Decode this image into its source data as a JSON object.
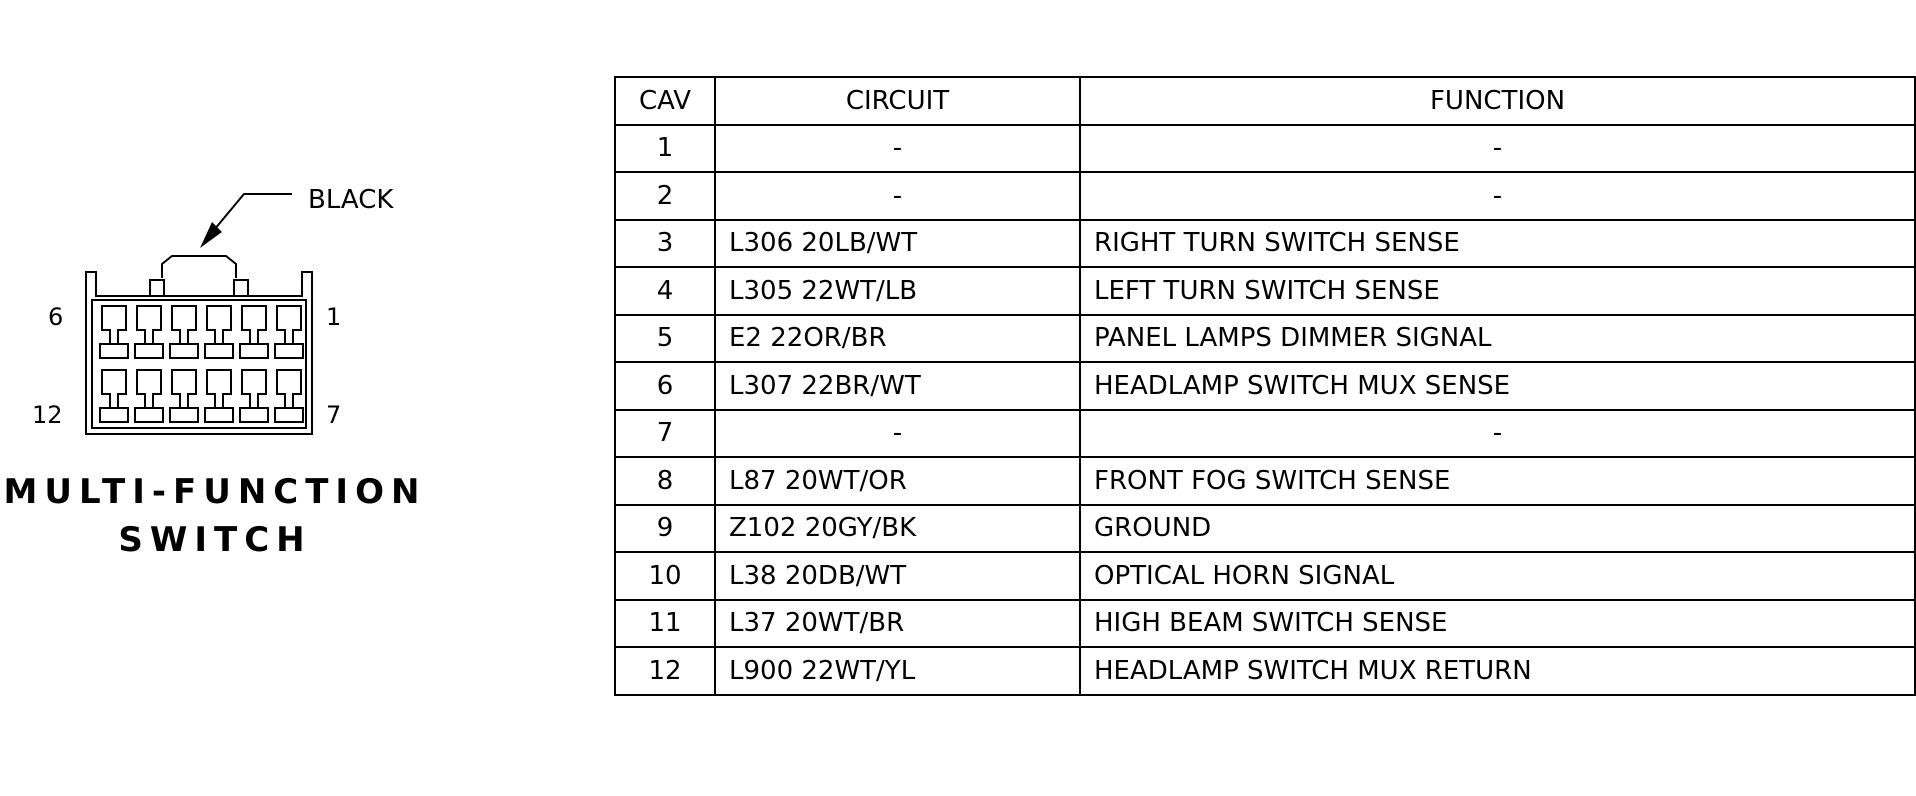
{
  "connector": {
    "color_label": "BLACK",
    "pin_labels": {
      "top_left": "6",
      "top_right": "1",
      "bottom_left": "12",
      "bottom_right": "7"
    },
    "title_line_1": "MULTI-FUNCTION",
    "title_line_2": "SWITCH"
  },
  "table": {
    "headers": {
      "cav": "CAV",
      "circuit": "CIRCUIT",
      "function": "FUNCTION"
    },
    "rows": [
      {
        "cav": "1",
        "circuit": "-",
        "function": "-"
      },
      {
        "cav": "2",
        "circuit": "-",
        "function": "-"
      },
      {
        "cav": "3",
        "circuit": "L306 20LB/WT",
        "function": "RIGHT TURN SWITCH SENSE"
      },
      {
        "cav": "4",
        "circuit": "L305 22WT/LB",
        "function": "LEFT TURN SWITCH SENSE"
      },
      {
        "cav": "5",
        "circuit": "E2 22OR/BR",
        "function": "PANEL LAMPS DIMMER SIGNAL"
      },
      {
        "cav": "6",
        "circuit": "L307 22BR/WT",
        "function": "HEADLAMP SWITCH MUX SENSE"
      },
      {
        "cav": "7",
        "circuit": "-",
        "function": "-"
      },
      {
        "cav": "8",
        "circuit": "L87 20WT/OR",
        "function": "FRONT FOG SWITCH SENSE"
      },
      {
        "cav": "9",
        "circuit": "Z102 20GY/BK",
        "function": "GROUND"
      },
      {
        "cav": "10",
        "circuit": "L38 20DB/WT",
        "function": "OPTICAL HORN SIGNAL"
      },
      {
        "cav": "11",
        "circuit": "L37 20WT/BR",
        "function": "HIGH BEAM SWITCH SENSE"
      },
      {
        "cav": "12",
        "circuit": "L900 22WT/YL",
        "function": "HEADLAMP SWITCH MUX RETURN"
      }
    ]
  }
}
